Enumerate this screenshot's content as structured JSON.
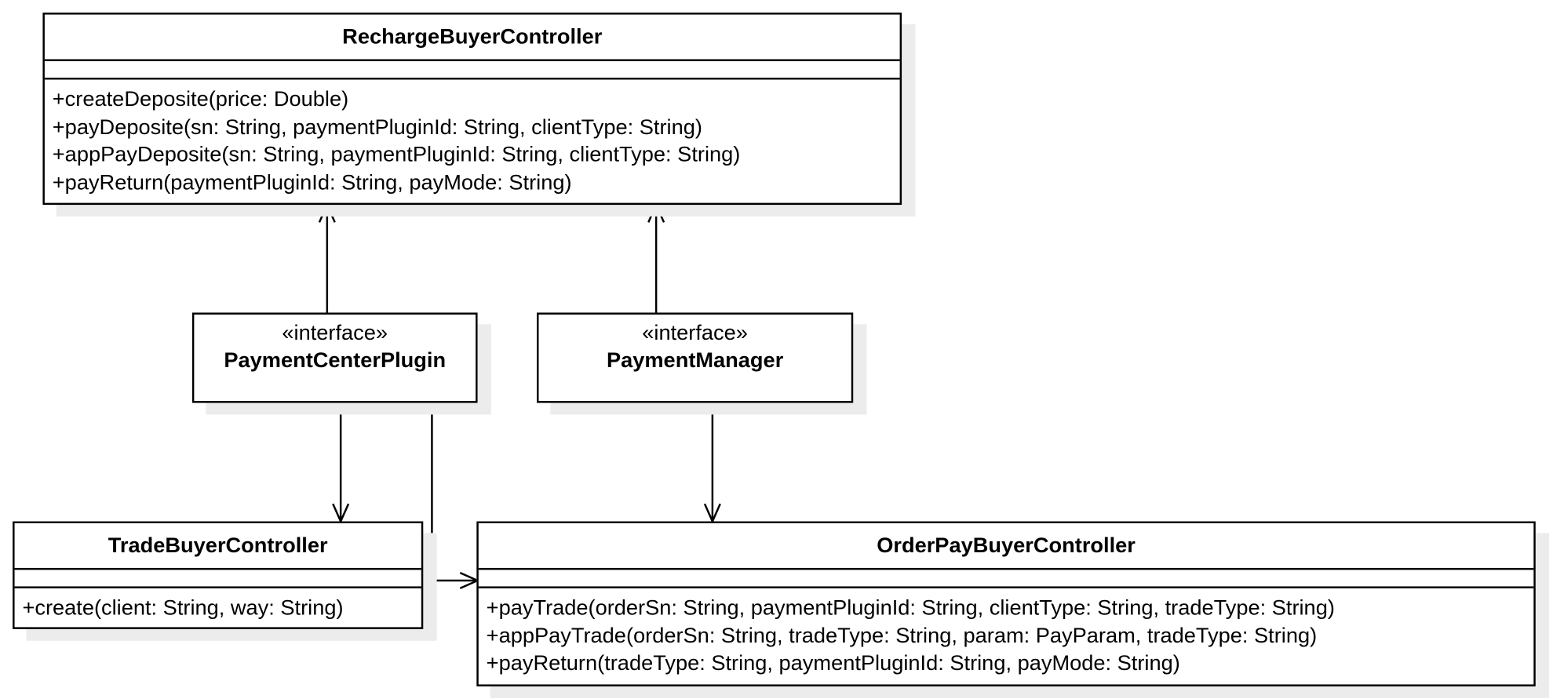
{
  "recharge": {
    "title": "RechargeBuyerController",
    "operations": [
      "+createDeposite(price: Double)",
      "+payDeposite(sn: String, paymentPluginId: String, clientType: String)",
      "+appPayDeposite(sn: String, paymentPluginId: String, clientType: String)",
      "+payReturn(paymentPluginId: String, payMode: String)"
    ]
  },
  "payment_center_plugin": {
    "stereotype": "«interface»",
    "name": "PaymentCenterPlugin"
  },
  "payment_manager": {
    "stereotype": "«interface»",
    "name": "PaymentManager"
  },
  "trade": {
    "title": "TradeBuyerController",
    "operations": [
      "+create(client: String, way: String)"
    ]
  },
  "order_pay": {
    "title": "OrderPayBuyerController",
    "operations": [
      "+payTrade(orderSn: String, paymentPluginId: String, clientType: String, tradeType: String)",
      "+appPayTrade(orderSn: String, tradeType: String, param: PayParam, tradeType: String)",
      "+payReturn(tradeType: String, paymentPluginId: String, payMode: String)"
    ]
  }
}
